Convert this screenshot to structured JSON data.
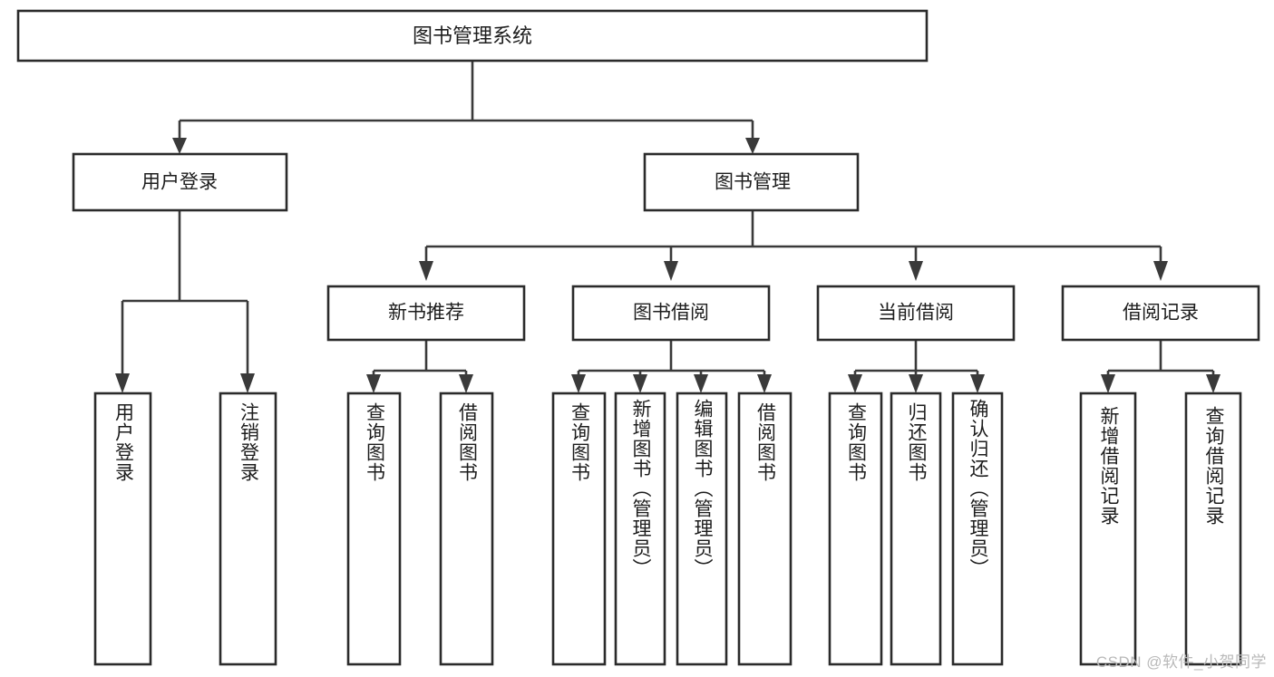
{
  "diagram": {
    "type": "hierarchy-tree",
    "title": "图书管理系统",
    "watermark": "CSDN @软件_小贺同学",
    "colors": {
      "box_stroke": "#2b2b2b",
      "connector": "#3a3a3a",
      "box_fill": "#ffffff",
      "text": "#1d1d1d",
      "watermark": "#b9b9b9",
      "background": "#ffffff"
    },
    "root": {
      "label": "图书管理系统"
    },
    "level2": [
      {
        "label": "用户登录"
      },
      {
        "label": "图书管理"
      }
    ],
    "level3": [
      {
        "label": "新书推荐"
      },
      {
        "label": "图书借阅"
      },
      {
        "label": "当前借阅"
      },
      {
        "label": "借阅记录"
      }
    ],
    "leaves": {
      "user_login": [
        {
          "label": "用户登录"
        },
        {
          "label": "注销登录"
        }
      ],
      "new_book_recommend": [
        {
          "label": "查询图书"
        },
        {
          "label": "借阅图书"
        }
      ],
      "book_borrow": [
        {
          "label": "查询图书"
        },
        {
          "label": "新增图书（管理员）"
        },
        {
          "label": "编辑图书（管理员）"
        },
        {
          "label": "借阅图书"
        }
      ],
      "current_borrow": [
        {
          "label": "查询图书"
        },
        {
          "label": "归还图书"
        },
        {
          "label": "确认归还（管理员）"
        }
      ],
      "borrow_record": [
        {
          "label": "新增借阅记录"
        },
        {
          "label": "查询借阅记录"
        }
      ]
    }
  }
}
